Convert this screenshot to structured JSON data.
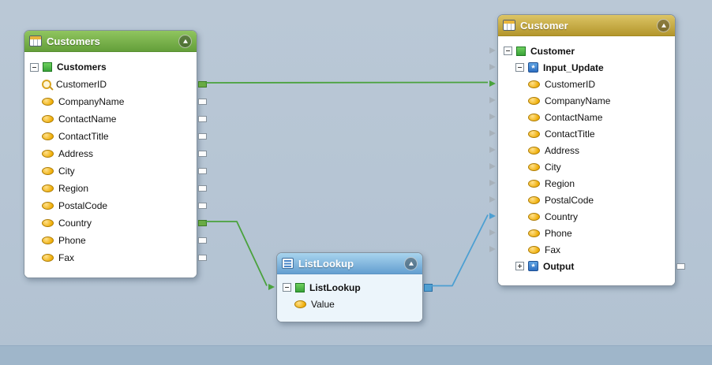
{
  "canvas": {
    "background_color": "#b7c6d5",
    "footer_band_color": "#9fb6ca"
  },
  "components": {
    "customers": {
      "title": "Customers",
      "type": "source-table",
      "header_color": "#76ad47",
      "rows": [
        {
          "label": "Customers",
          "icon": "element-icon",
          "bold": true,
          "expander": "collapse"
        },
        {
          "label": "CustomerID",
          "icon": "primary-key-icon",
          "connector": "output-connected"
        },
        {
          "label": "CompanyName",
          "icon": "field-icon",
          "connector": "output"
        },
        {
          "label": "ContactName",
          "icon": "field-icon",
          "connector": "output"
        },
        {
          "label": "ContactTitle",
          "icon": "field-icon",
          "connector": "output"
        },
        {
          "label": "Address",
          "icon": "field-icon",
          "connector": "output"
        },
        {
          "label": "City",
          "icon": "field-icon",
          "connector": "output"
        },
        {
          "label": "Region",
          "icon": "field-icon",
          "connector": "output"
        },
        {
          "label": "PostalCode",
          "icon": "field-icon",
          "connector": "output"
        },
        {
          "label": "Country",
          "icon": "field-icon",
          "connector": "output-connected"
        },
        {
          "label": "Phone",
          "icon": "field-icon",
          "connector": "output"
        },
        {
          "label": "Fax",
          "icon": "field-icon",
          "connector": "output"
        }
      ]
    },
    "listlookup": {
      "title": "ListLookup",
      "type": "lookup-function",
      "header_color": "#7db8dd",
      "rows": [
        {
          "label": "ListLookup",
          "icon": "element-icon",
          "bold": true,
          "expander": "collapse",
          "connector": "input-connected-green,output-connected-blue"
        },
        {
          "label": "Value",
          "icon": "field-icon"
        }
      ]
    },
    "customer": {
      "title": "Customer",
      "type": "target-table",
      "header_color": "#c3a53c",
      "rows": [
        {
          "label": "Customer",
          "icon": "element-icon",
          "bold": true,
          "expander": "collapse",
          "connector": "input"
        },
        {
          "label": "Input_Update",
          "icon": "function-icon",
          "bold": true,
          "expander": "collapse",
          "connector": "input"
        },
        {
          "label": "CustomerID",
          "icon": "field-icon",
          "connector": "input-connected-green"
        },
        {
          "label": "CompanyName",
          "icon": "field-icon",
          "connector": "input"
        },
        {
          "label": "ContactName",
          "icon": "field-icon",
          "connector": "input"
        },
        {
          "label": "ContactTitle",
          "icon": "field-icon",
          "connector": "input"
        },
        {
          "label": "Address",
          "icon": "field-icon",
          "connector": "input"
        },
        {
          "label": "City",
          "icon": "field-icon",
          "connector": "input"
        },
        {
          "label": "Region",
          "icon": "field-icon",
          "connector": "input"
        },
        {
          "label": "PostalCode",
          "icon": "field-icon",
          "connector": "input"
        },
        {
          "label": "Country",
          "icon": "field-icon",
          "connector": "input-connected-blue"
        },
        {
          "label": "Phone",
          "icon": "field-icon",
          "connector": "input"
        },
        {
          "label": "Fax",
          "icon": "field-icon",
          "connector": "input"
        },
        {
          "label": "Output",
          "icon": "function-icon",
          "bold": true,
          "expander": "expand",
          "connector": "output"
        }
      ]
    }
  },
  "icons": {
    "function_glyph": "*"
  },
  "connections": [
    {
      "from": "Customers.CustomerID",
      "to": "Customer.Input_Update.CustomerID",
      "color": "#4aa23d"
    },
    {
      "from": "Customers.Country",
      "to": "ListLookup",
      "color": "#4aa23d"
    },
    {
      "from": "ListLookup",
      "to": "Customer.Input_Update.Country",
      "color": "#4c9fd2"
    }
  ]
}
